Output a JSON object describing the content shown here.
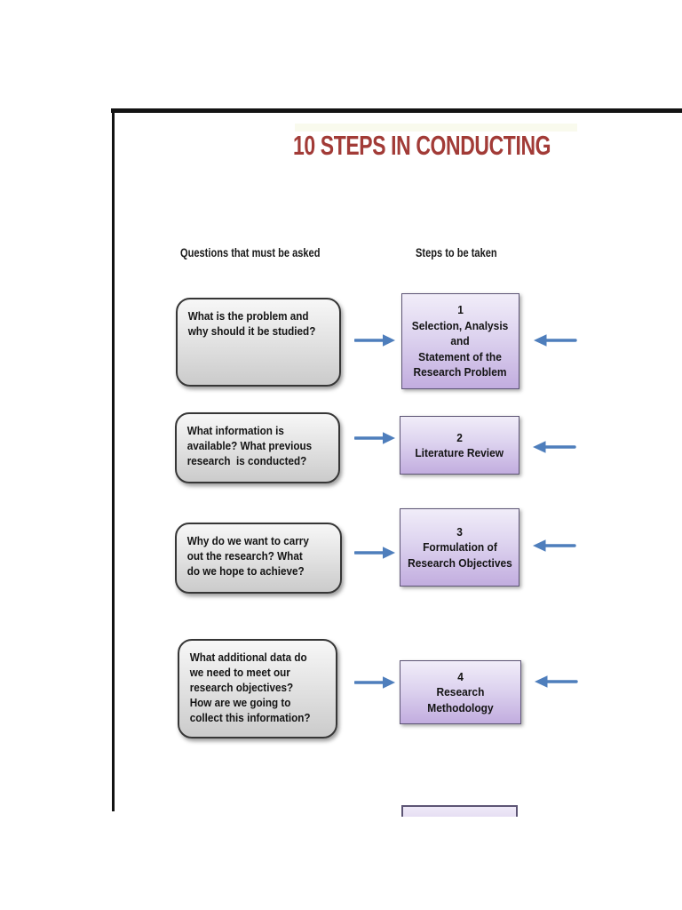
{
  "title": {
    "text": "10 STEPS IN CONDUCTING"
  },
  "column_headers": {
    "questions": "Questions that must be asked",
    "steps": "Steps to be taken"
  },
  "rows": [
    {
      "question": "What is the problem and\nwhy should it be studied?",
      "step_number": "1",
      "step_label": "Selection, Analysis\nand\nStatement of the\nResearch Problem"
    },
    {
      "question": "What information is\navailable? What previous\nresearch  is conducted?",
      "step_number": "2",
      "step_label": "Literature Review"
    },
    {
      "question": "Why do we want to carry\nout the research? What\ndo we hope to achieve?",
      "step_number": "3",
      "step_label": "Formulation of\nResearch Objectives"
    },
    {
      "question": "What additional data do\nwe need to meet our\nresearch objectives?\nHow are we going to\ncollect this information?",
      "step_number": "4",
      "step_label": "Research\nMethodology"
    }
  ],
  "colors": {
    "title_text": "#A23B37",
    "arrow_blue": "#4E7EBC",
    "question_box_fill_top": "#F6F6F6",
    "question_box_fill_bottom": "#CBCBCB",
    "question_box_border": "#363636",
    "step_box_fill_top": "#F1EDF9",
    "step_box_fill_bottom": "#C2ADDF",
    "step_box_border": "#5D5575",
    "frame_border": "#131313",
    "header_text": "#1A1A1A"
  }
}
